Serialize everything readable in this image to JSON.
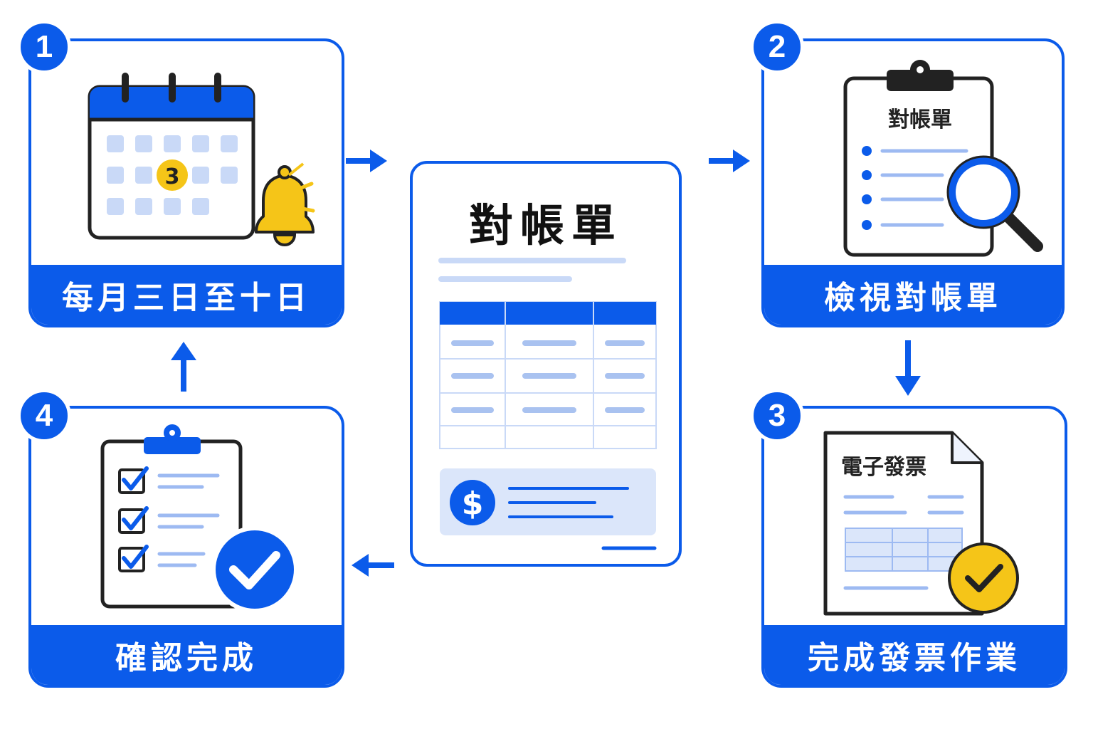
{
  "steps": [
    {
      "number": "1",
      "label": "每月三日至十日",
      "calendar_day": "3"
    },
    {
      "number": "2",
      "label": "檢視對帳單",
      "clipboard_title": "對帳單"
    },
    {
      "number": "3",
      "label": "完成發票作業",
      "invoice_title": "電子發票"
    },
    {
      "number": "4",
      "label": "確認完成"
    }
  ],
  "center_document": {
    "title": "對帳單",
    "currency_symbol": "$"
  },
  "colors": {
    "primary": "#0b5bea",
    "accent_yellow": "#f5c518",
    "light_blue": "#c9d9f7",
    "dark": "#222222"
  },
  "icons": [
    "calendar-icon",
    "bell-icon",
    "clipboard-icon",
    "magnifier-icon",
    "invoice-icon",
    "check-circle-icon",
    "checklist-icon",
    "dollar-icon"
  ]
}
